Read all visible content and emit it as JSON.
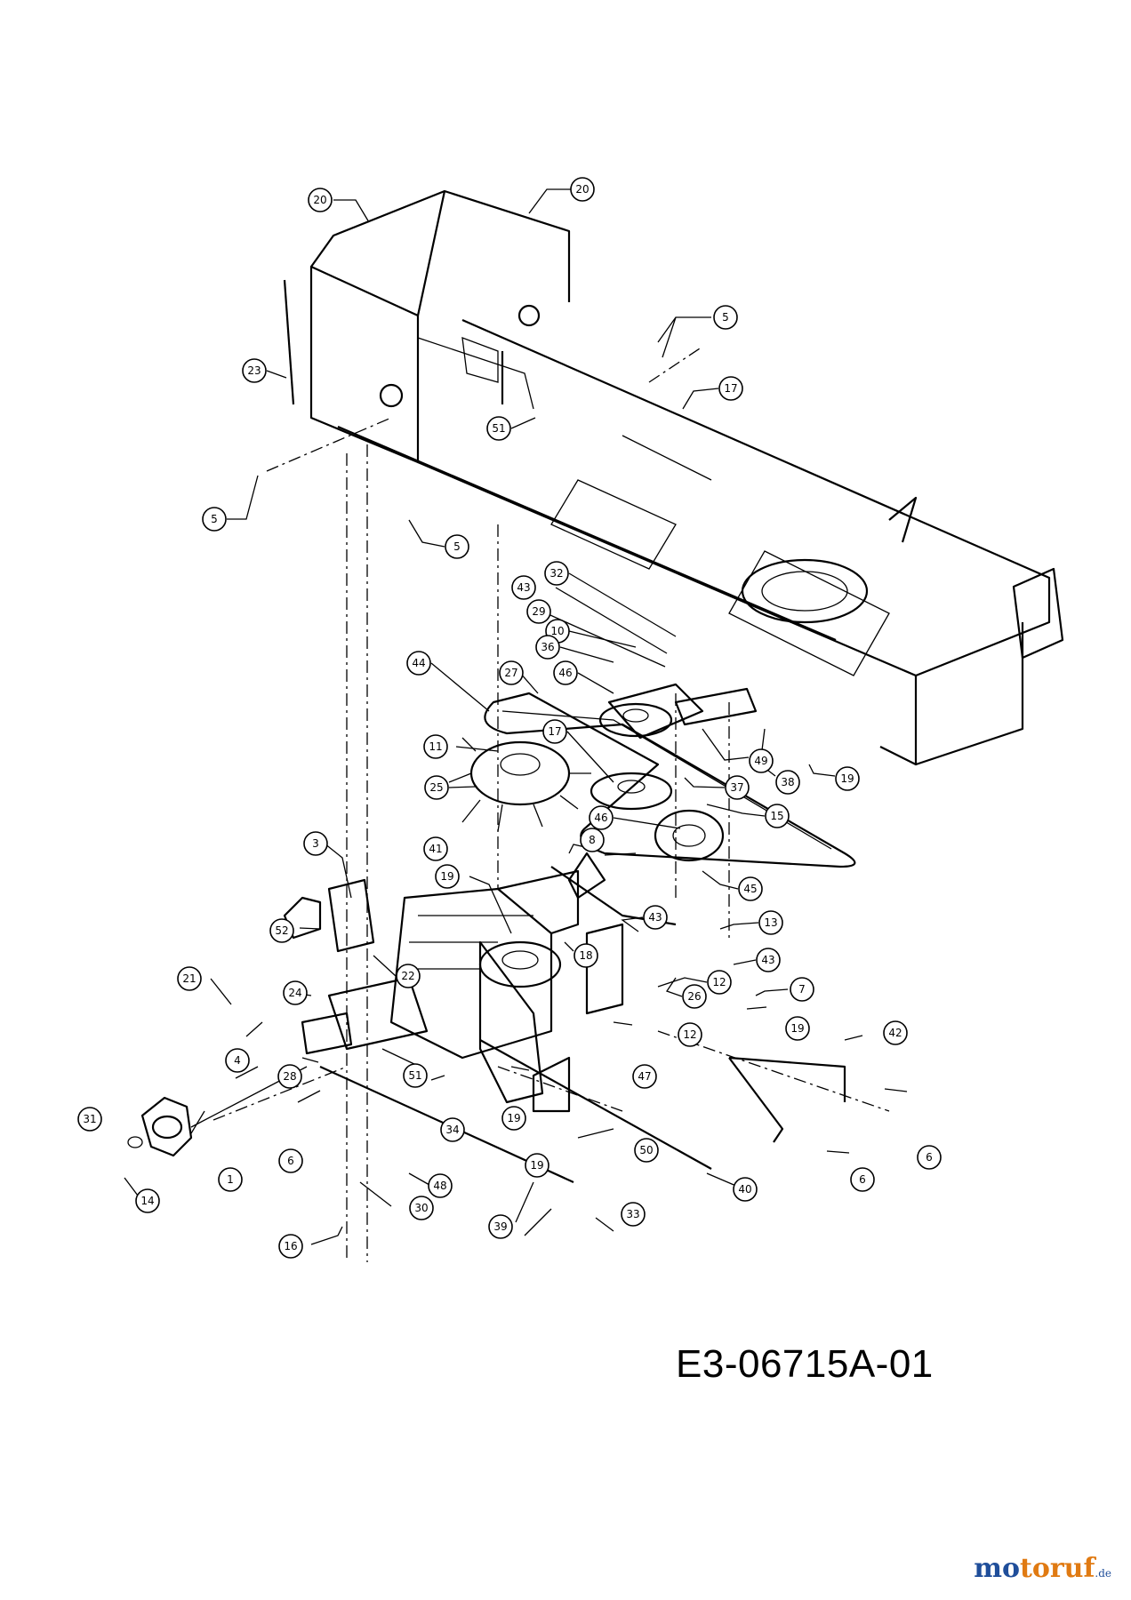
{
  "diagram": {
    "drawing_code": "E3-06715A-01",
    "watermark": {
      "part1": "mo",
      "part2": "toruf",
      "suffix": ".de"
    },
    "callouts": [
      "20",
      "20",
      "5",
      "23",
      "17",
      "51",
      "5",
      "5",
      "32",
      "43",
      "29",
      "10",
      "36",
      "44",
      "27",
      "46",
      "11",
      "17",
      "49",
      "38",
      "19",
      "25",
      "37",
      "15",
      "46",
      "41",
      "8",
      "45",
      "3",
      "19",
      "43",
      "13",
      "52",
      "18",
      "43",
      "21",
      "22",
      "12",
      "7",
      "24",
      "26",
      "12",
      "19",
      "42",
      "4",
      "47",
      "51",
      "31",
      "34",
      "28",
      "19",
      "6",
      "6",
      "1",
      "50",
      "48",
      "14",
      "19",
      "40",
      "6",
      "30",
      "33",
      "39",
      "16"
    ],
    "colors": {
      "line": "#000000",
      "watermark_blue": "#1f4e9a",
      "watermark_orange": "#e07a12"
    }
  }
}
